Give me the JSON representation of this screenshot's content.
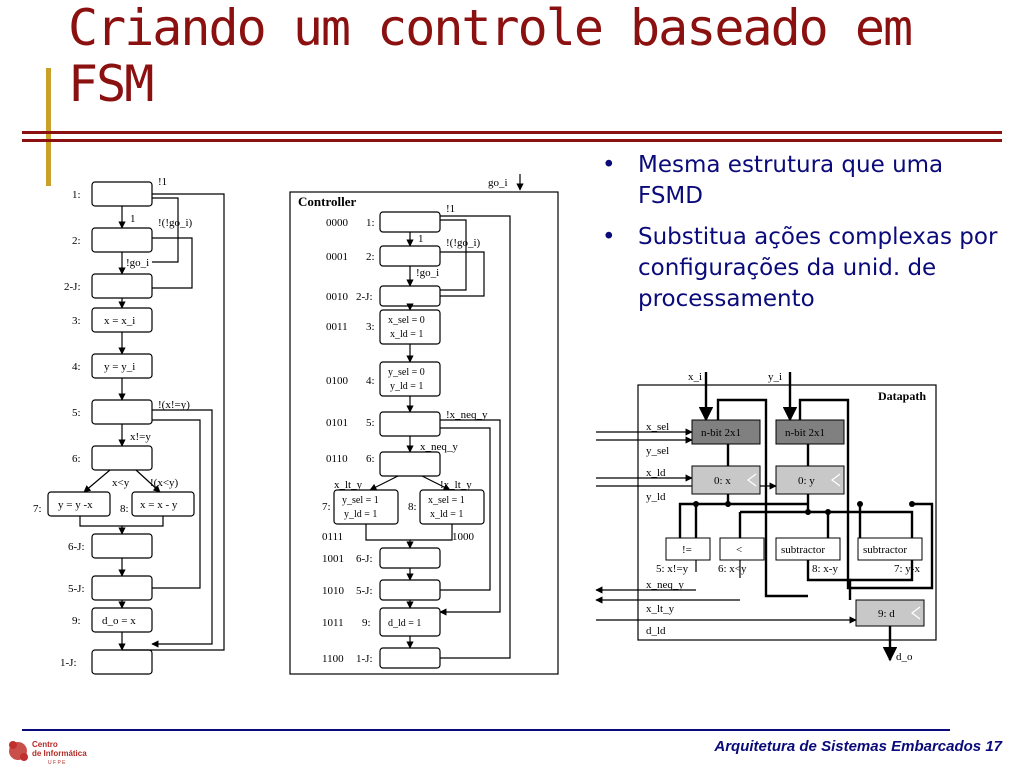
{
  "title": {
    "line1": "Criando um controle baseado em",
    "line2": "FSM"
  },
  "bullets": [
    "Mesma estrutura que uma FSMD",
    "Substitua ações complexas por configurações da unid. de processamento"
  ],
  "footer": {
    "text": "Arquitetura de Sistemas Embarcados 17"
  },
  "logo": {
    "line1": "Centro",
    "line2": "de Informática",
    "line3": "U F P E"
  },
  "colors": {
    "title": "#8b1010",
    "bullet_text": "#0a0a7a",
    "accent_bar": "#c9a12a"
  },
  "fsmd": {
    "state_labels": [
      "1:",
      "2:",
      "2-J:",
      "3:",
      "4:",
      "5:",
      "6:",
      "7:",
      "8:",
      "6-J:",
      "5-J:",
      "9:",
      "1-J:"
    ],
    "actions": {
      "s3": "x = x_i",
      "s4": "y = y_i",
      "s7": "y = y -x",
      "s8": "x = x - y",
      "s9": "d_o = x"
    },
    "edges": {
      "e1a": "!1",
      "e1b": "1",
      "e2a": "!(!go_i)",
      "e2b": "!go_i",
      "e5a": "!(x!=y)",
      "e5b": "x!=y",
      "e6a": "x<y",
      "e6b": "!(x<y)"
    }
  },
  "controller": {
    "title": "Controller",
    "input": "go_i",
    "codes": [
      "0000",
      "0001",
      "0010",
      "0011",
      "0100",
      "0101",
      "0110",
      "0111",
      "1000",
      "1001",
      "1010",
      "1011",
      "1100"
    ],
    "state_labels": [
      "1:",
      "2:",
      "2-J:",
      "3:",
      "4:",
      "5:",
      "6:",
      "7:",
      "8:",
      "6-J:",
      "5-J:",
      "9:",
      "1-J:"
    ],
    "actions": {
      "s3a": "x_sel = 0",
      "s3b": "x_ld = 1",
      "s4a": "y_sel = 0",
      "s4b": "y_ld = 1",
      "s7a": "y_sel = 1",
      "s7b": "y_ld = 1",
      "s8a": "x_sel = 1",
      "s8b": "x_ld = 1",
      "s9": "d_ld = 1"
    },
    "edges": {
      "e1a": "!1",
      "e1b": "1",
      "e2a": "!(!go_i)",
      "e2b": "!go_i",
      "e5a": "!x_neq_y",
      "e5b": "x_neq_y",
      "e6a": "x_lt_y",
      "e6b": "!x_lt_y"
    }
  },
  "datapath": {
    "title": "Datapath",
    "inputs": [
      "x_i",
      "y_i"
    ],
    "output": "d_o",
    "control_signals": [
      "x_sel",
      "y_sel",
      "x_ld",
      "y_ld",
      "x_neq_y",
      "x_lt_y",
      "d_ld"
    ],
    "mux_labels": [
      "n-bit 2x1",
      "n-bit 2x1"
    ],
    "registers": [
      "0: x",
      "0: y",
      "9: d"
    ],
    "units": [
      "!=",
      "<",
      "subtractor",
      "subtractor"
    ],
    "unit_tags": [
      "5: x!=y",
      "6: x<y",
      "8: x-y",
      "7: y-x"
    ]
  }
}
